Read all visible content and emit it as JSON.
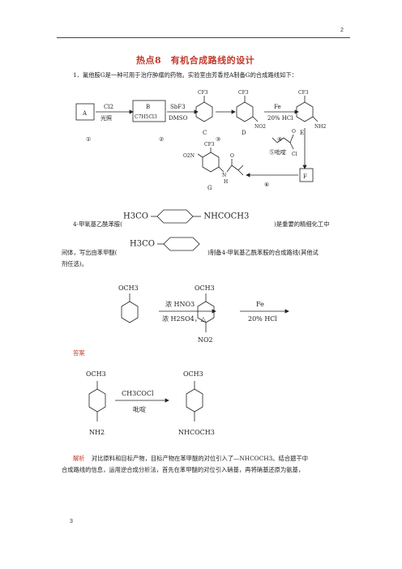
{
  "page": {
    "top_page_number": "2",
    "bottom_page_number": "3"
  },
  "title": "热点8　有机合成路线的设计",
  "question": {
    "intro": "1．氟他胺G是一种可用于治疗肿瘤的药物。实验室由芳香烃A制备G的合成路线如下：",
    "scheme": {
      "box_a": "A",
      "box_b": "B",
      "b_formula": "C7H5Cl3",
      "box_f": "F",
      "c_label": "C",
      "d_label": "D",
      "e_label": "E",
      "g_label": "G",
      "reagent1_top": "Cl2",
      "reagent1_bottom": "光照",
      "reagent2_top": "SbF3",
      "reagent2_bottom": "DMSO",
      "reagent4_top": "Fe",
      "reagent4_bottom": "20% HCl",
      "reagent5": "⑤吡啶",
      "steps": [
        "①",
        "②",
        "③",
        "④",
        "⑥"
      ],
      "cf3": "CF3",
      "no2": "NO2",
      "nh2": "NH2",
      "o2n": "O2N",
      "acyl_o": "O",
      "acyl_cl": "Cl",
      "nh": "N",
      "h": "H"
    },
    "line2_prefix": "4-甲氧基乙酰苯胺(",
    "line2_suffix": ")是重要的精细化工中",
    "line3_prefix": "间体，写出由苯甲醚(",
    "line3_suffix": ")制备4-甲氧基乙酰苯胺的合成路线(其他试",
    "line4": "剂任选)。",
    "struct1_left": "H3CO",
    "struct1_right": "NHCOCH3",
    "struct2_left": "H3CO"
  },
  "answer": {
    "label": "答案",
    "scheme1": {
      "och3": "OCH3",
      "reagent_top": "浓 HNO3",
      "reagent_bottom": "浓 H2SO4，△",
      "no2": "NO2",
      "fe": "Fe",
      "hcl": "20% HCl"
    },
    "scheme2": {
      "och3": "OCH3",
      "nh2": "NH2",
      "reagent_top": "CH3COCl",
      "reagent_bottom": "吡啶",
      "product_bottom": "NHCOCH3"
    }
  },
  "explanation": {
    "label": "解析",
    "line1": "对比原料和目标产物，目标产物在苯甲醚的对位引入了—NHCOCH3。结合题干中",
    "line2": "合成路线的信息，运用逆合成分析法，首先在苯甲醚的对位引入硝基，再将硝基还原为氨基，"
  }
}
